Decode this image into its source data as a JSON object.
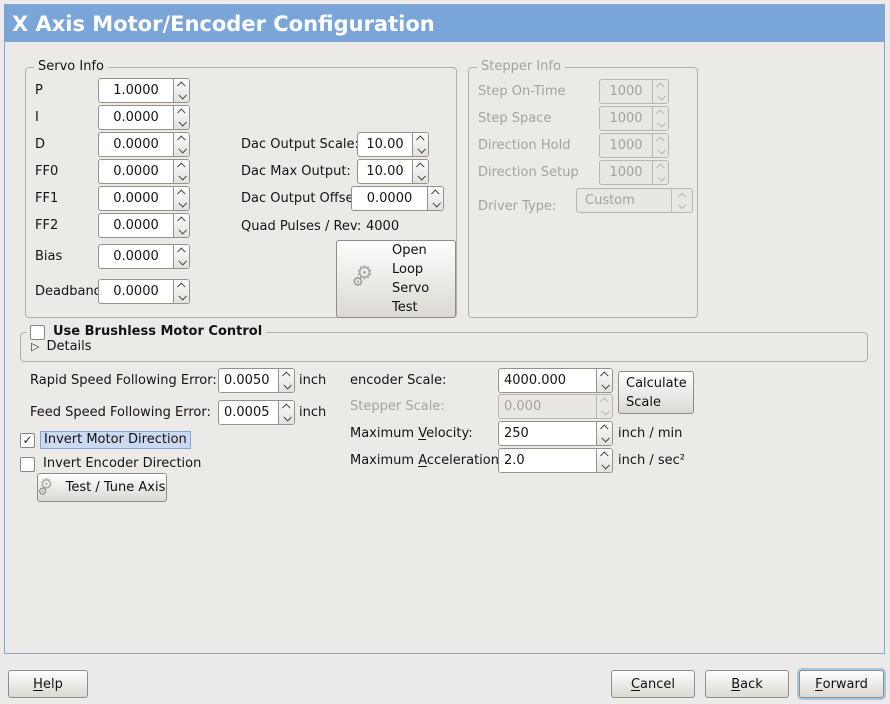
{
  "window": {
    "title": "X Axis Motor/Encoder Configuration"
  },
  "icons": {
    "gear": "⚙",
    "checkmark": "✓",
    "expander_collapsed": "▷"
  },
  "servo_info": {
    "title": "Servo Info",
    "fields": [
      {
        "label": "P",
        "value": "1.0000"
      },
      {
        "label": "I",
        "value": "0.0000"
      },
      {
        "label": "D",
        "value": "0.0000"
      },
      {
        "label": "FF0",
        "value": "0.0000"
      },
      {
        "label": "FF1",
        "value": "0.0000"
      },
      {
        "label": "FF2",
        "value": "0.0000"
      },
      {
        "label": "Bias",
        "value": "0.0000"
      },
      {
        "label": "Deadband",
        "value": "0.0000"
      }
    ],
    "dac": [
      {
        "label": "Dac Output Scale:",
        "value": "10.00"
      },
      {
        "label": "Dac Max Output:",
        "value": "10.00"
      },
      {
        "label": "Dac Output Offset:",
        "value": "0.0000"
      }
    ],
    "quad": {
      "label": "Quad Pulses / Rev:",
      "value": "4000"
    },
    "open_loop_button": "Open Loop Servo Test"
  },
  "stepper_info": {
    "title": "Stepper Info",
    "fields": [
      {
        "label": "Step On-Time",
        "value": "1000"
      },
      {
        "label": "Step Space",
        "value": "1000"
      },
      {
        "label": "Direction Hold",
        "value": "1000"
      },
      {
        "label": "Direction Setup",
        "value": "1000"
      }
    ],
    "driver_type": {
      "label": "Driver Type:",
      "value": "Custom"
    }
  },
  "brushless": {
    "checkbox_label": "Use Brushless Motor Control",
    "details_label": "Details"
  },
  "following_error": [
    {
      "label": "Rapid Speed Following Error:",
      "value": "0.0050",
      "unit": "inch"
    },
    {
      "label": "Feed Speed Following Error:",
      "value": "0.0005",
      "unit": "inch"
    }
  ],
  "scale_section": {
    "encoder": {
      "label": "encoder Scale:",
      "value": "4000.000"
    },
    "stepper": {
      "label": "Stepper Scale:",
      "value": "0.000"
    },
    "velocity": {
      "pre": "Maximum ",
      "mnemonic": "V",
      "post": "elocity:",
      "value": "250",
      "unit": "inch / min"
    },
    "acceleration": {
      "pre": "Maximum ",
      "mnemonic": "A",
      "post": "cceleration:",
      "value": "2.0",
      "unit": "inch / sec²"
    },
    "calculate_button": "Calculate Scale"
  },
  "direction": {
    "invert_motor": "Invert Motor Direction",
    "invert_encoder": "Invert Encoder Direction",
    "test_tune_button": "Test / Tune Axis"
  },
  "actions": {
    "help": {
      "mnemonic": "H",
      "rest": "elp"
    },
    "cancel": {
      "mnemonic": "C",
      "rest": "ancel"
    },
    "back": {
      "mnemonic": "B",
      "rest": "ack"
    },
    "forward": {
      "mnemonic": "F",
      "rest": "orward"
    }
  },
  "colors": {
    "header_bg": "#7aa5d8",
    "window_border": "#8aa5c5",
    "focus_highlight": "#cbdaf1"
  }
}
